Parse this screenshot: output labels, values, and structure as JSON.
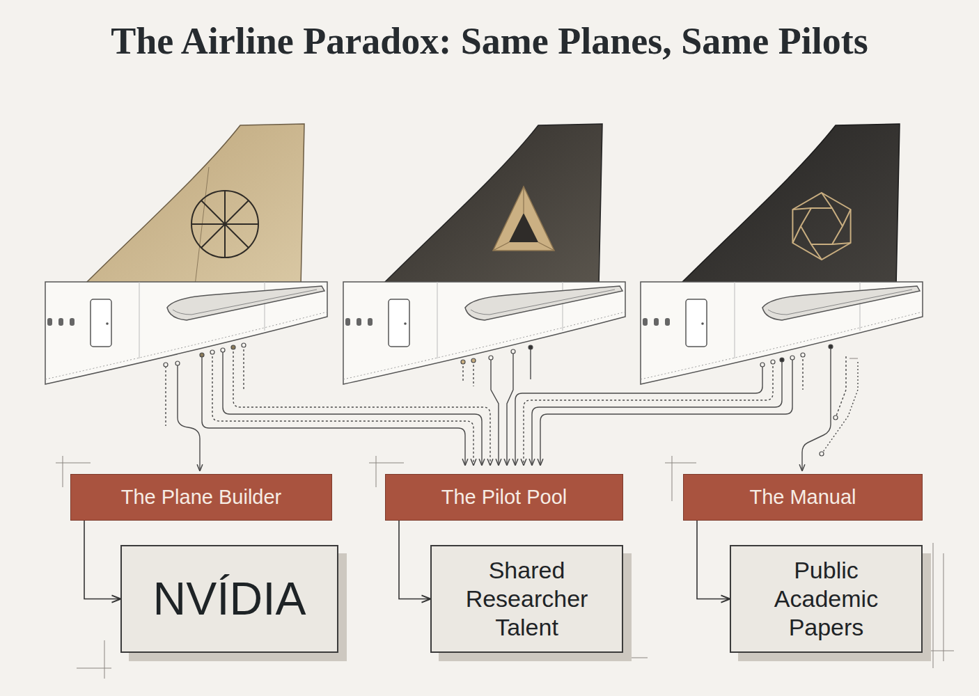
{
  "diagram": {
    "title": "The Airline Paradox: Same Planes, Same Pilots",
    "nodes": [
      {
        "text": [
          "The Plane Builder"
        ]
      },
      {
        "text": [
          "The Pilot Pool"
        ]
      },
      {
        "text": [
          "The Manual"
        ]
      },
      {
        "text": [
          "NVÍDIA"
        ]
      },
      {
        "text": [
          "Shared Researcher Talent"
        ]
      },
      {
        "text": [
          "Public Academic Papers"
        ]
      }
    ],
    "edges": [
      {
        "from": 0,
        "to": 3,
        "arrow": "to"
      },
      {
        "from": 1,
        "to": 4,
        "arrow": "to"
      },
      {
        "from": 2,
        "to": 5,
        "arrow": "to"
      }
    ]
  }
}
